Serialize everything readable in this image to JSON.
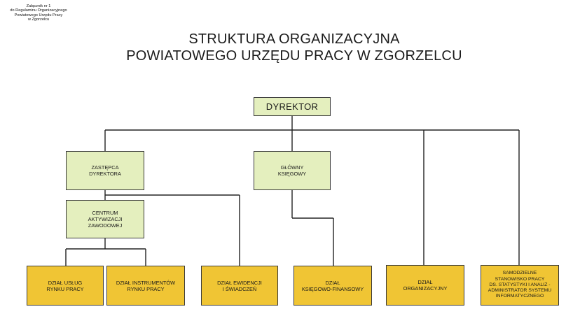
{
  "annex": {
    "lines": [
      "Załącznik nr 1",
      "do Regulaminu Organizacyjnego",
      "Powiatowego Urzędu Pracy",
      "w Zgorzelcu"
    ]
  },
  "title": {
    "line1": "STRUKTURA ORGANIZACYJNA",
    "line2": "POWIATOWEGO URZĘDU PRACY W ZGORZELCU"
  },
  "colors": {
    "management_fill": "#e4efbe",
    "department_fill": "#f0c534",
    "line": "#222222"
  },
  "nodes": {
    "director": {
      "lines": [
        "DYREKTOR"
      ]
    },
    "deputy": {
      "lines": [
        "ZASTĘPCA",
        "DYREKTORA"
      ]
    },
    "chief_accountant": {
      "lines": [
        "GŁÓWNY",
        "KSIĘGOWY"
      ]
    },
    "career_center": {
      "lines": [
        "CENTRUM",
        "AKTYWIZACJI",
        "ZAWODOWEJ"
      ]
    },
    "labour_market_services": {
      "lines": [
        "DZIAŁ USŁUG",
        "RYNKU PRACY"
      ]
    },
    "labour_market_instruments": {
      "lines": [
        "DZIAŁ INSTRUMENTÓW",
        "RYNKU PRACY"
      ]
    },
    "records_benefits": {
      "lines": [
        "DZIAŁ EWIDENCJI",
        "I ŚWIADCZEŃ"
      ]
    },
    "accounting_finance": {
      "lines": [
        "DZIAŁ",
        "KSIĘGOWO-FINANSOWY"
      ]
    },
    "organizational": {
      "lines": [
        "DZIAŁ",
        "ORGANIZACYJNY"
      ]
    },
    "analysis_it": {
      "lines": [
        "SAMODZIELNE",
        "STANOWISKO PRACY",
        "DS. STATYSTYKI I ANALIZ -",
        "ADMINISTRATOR SYSTEMU",
        "INFORMATYCZNEGO"
      ]
    }
  }
}
